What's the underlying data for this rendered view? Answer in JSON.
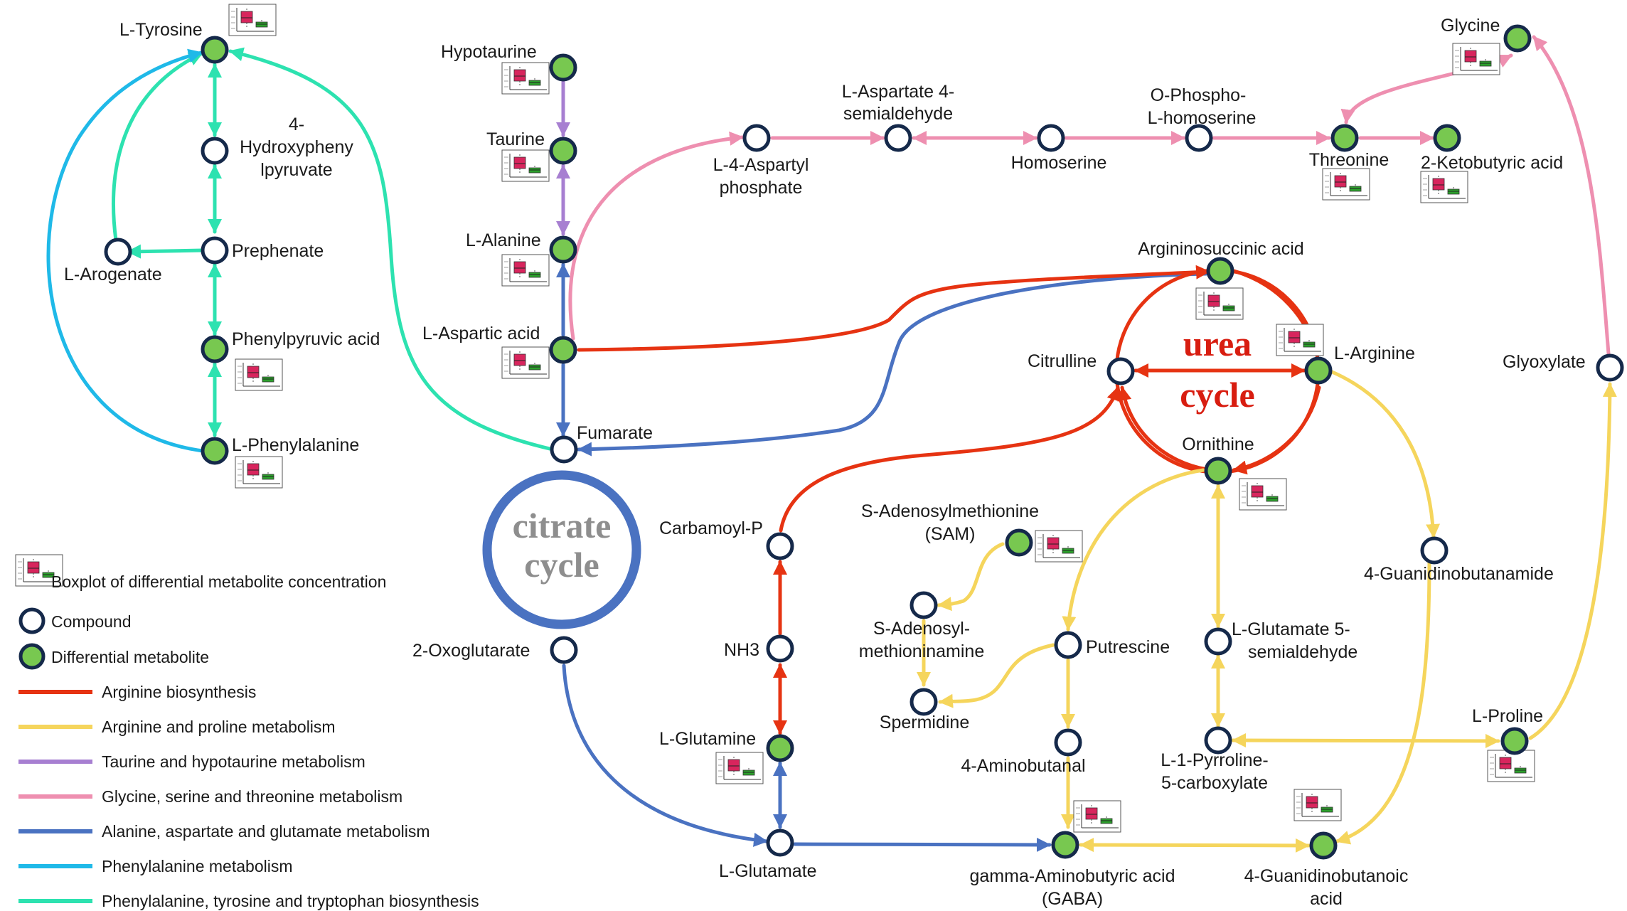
{
  "colors": {
    "arginine_biosynthesis": "#e63312",
    "arginine_proline": "#f5d55c",
    "taurine": "#a77fd1",
    "glycine_serine_threonine": "#ee8fb0",
    "ala_asp_glu": "#4a72c1",
    "phenylalanine": "#1fb9e8",
    "phe_tyr_trp": "#2de2b0",
    "differential_fill": "#78c850",
    "node_stroke": "#15294a",
    "urea": "#d81d10",
    "citrate_text": "#8e8e8e",
    "citrate_ring": "#4a72c1"
  },
  "cycles": {
    "urea_line1": "urea",
    "urea_line2": "cycle",
    "citrate_line1": "citrate",
    "citrate_line2": "cycle"
  },
  "nodes": {
    "l_tyrosine": {
      "label": "L-Tyrosine",
      "differential": true
    },
    "hydroxyphenylpyruvate": {
      "label_lines": [
        "4-",
        "Hydroxypheny",
        "lpyruvate"
      ],
      "differential": false
    },
    "prephenate": {
      "label": "Prephenate",
      "differential": false
    },
    "l_arogenate": {
      "label": "L-Arogenate",
      "differential": false
    },
    "phenylpyruvic_acid": {
      "label": "Phenylpyruvic acid",
      "differential": true
    },
    "l_phenylalanine": {
      "label": "L-Phenylalanine",
      "differential": true
    },
    "hypotaurine": {
      "label": "Hypotaurine",
      "differential": true
    },
    "taurine": {
      "label": "Taurine",
      "differential": true
    },
    "l_alanine": {
      "label": "L-Alanine",
      "differential": true
    },
    "l_aspartic_acid": {
      "label": "L-Aspartic acid",
      "differential": true
    },
    "fumarate": {
      "label": "Fumarate",
      "differential": false
    },
    "l_4_aspartyl_phosphate": {
      "label_lines": [
        "L-4-Aspartyl",
        "phosphate"
      ],
      "differential": false
    },
    "l_aspartate_4_semialdehyde": {
      "label_lines": [
        "L-Aspartate 4-",
        "semialdehyde"
      ],
      "differential": false
    },
    "homoserine": {
      "label": "Homoserine",
      "differential": false
    },
    "o_phospho_homoserine": {
      "label_lines": [
        "O-Phospho-",
        "L-homoserine"
      ],
      "differential": false
    },
    "threonine": {
      "label": "Threonine",
      "differential": true
    },
    "ketobutyric_acid": {
      "label": "2-Ketobutyric acid",
      "differential": true
    },
    "glycine": {
      "label": "Glycine",
      "differential": true
    },
    "glyoxylate": {
      "label": "Glyoxylate",
      "differential": false
    },
    "argininosuccinic_acid": {
      "label": "Argininosuccinic acid",
      "differential": true
    },
    "citrulline": {
      "label": "Citrulline",
      "differential": false
    },
    "l_arginine": {
      "label": "L-Arginine",
      "differential": true
    },
    "ornithine": {
      "label": "Ornithine",
      "differential": true
    },
    "guanidinobutanamide": {
      "label": "4-Guanidinobutanamide",
      "differential": false
    },
    "carbamoyl_p": {
      "label": "Carbamoyl-P",
      "differential": false
    },
    "nh3": {
      "label": "NH3",
      "differential": false
    },
    "l_glutamine": {
      "label": "L-Glutamine",
      "differential": true
    },
    "l_glutamate": {
      "label": "L-Glutamate",
      "differential": false
    },
    "oxoglutarate": {
      "label": "2-Oxoglutarate",
      "differential": false
    },
    "sam": {
      "label_lines": [
        "S-Adenosylmethionine",
        "(SAM)"
      ],
      "differential": true
    },
    "s_adenosyl_methioninamine": {
      "label_lines": [
        "S-Adenosyl-",
        "methioninamine"
      ],
      "differential": false
    },
    "spermidine": {
      "label": "Spermidine",
      "differential": false
    },
    "putrescine": {
      "label": "Putrescine",
      "differential": false
    },
    "aminobutanal": {
      "label": "4-Aminobutanal",
      "differential": false
    },
    "gaba": {
      "label_lines": [
        "gamma-Aminobutyric acid",
        "(GABA)"
      ],
      "differential": true
    },
    "guanidinobutanoic_acid": {
      "label_lines": [
        "4-Guanidinobutanoic",
        "acid"
      ],
      "differential": true
    },
    "l_glutamate_5_semialdehyde": {
      "label_lines": [
        "L-Glutamate 5-",
        "semialdehyde"
      ],
      "differential": false
    },
    "l_1_pyrroline_5_carboxylate": {
      "label_lines": [
        "L-1-Pyrroline-",
        "5-carboxylate"
      ],
      "differential": false
    },
    "l_proline": {
      "label": "L-Proline",
      "differential": true
    }
  },
  "legend": {
    "boxplot": "Boxplot of differential metabolite concentration",
    "compound": "Compound",
    "differential": "Differential metabolite",
    "pathways": [
      {
        "label": "Arginine biosynthesis",
        "color": "#e63312"
      },
      {
        "label": "Arginine and proline metabolism",
        "color": "#f5d55c"
      },
      {
        "label": "Taurine and hypotaurine metabolism",
        "color": "#a77fd1"
      },
      {
        "label": "Glycine, serine and threonine metabolism",
        "color": "#ee8fb0"
      },
      {
        "label": "Alanine, aspartate and glutamate metabolism",
        "color": "#4a72c1"
      },
      {
        "label": "Phenylalanine metabolism",
        "color": "#1fb9e8"
      },
      {
        "label": "Phenylalanine, tyrosine and tryptophan biosynthesis",
        "color": "#2de2b0"
      }
    ]
  }
}
